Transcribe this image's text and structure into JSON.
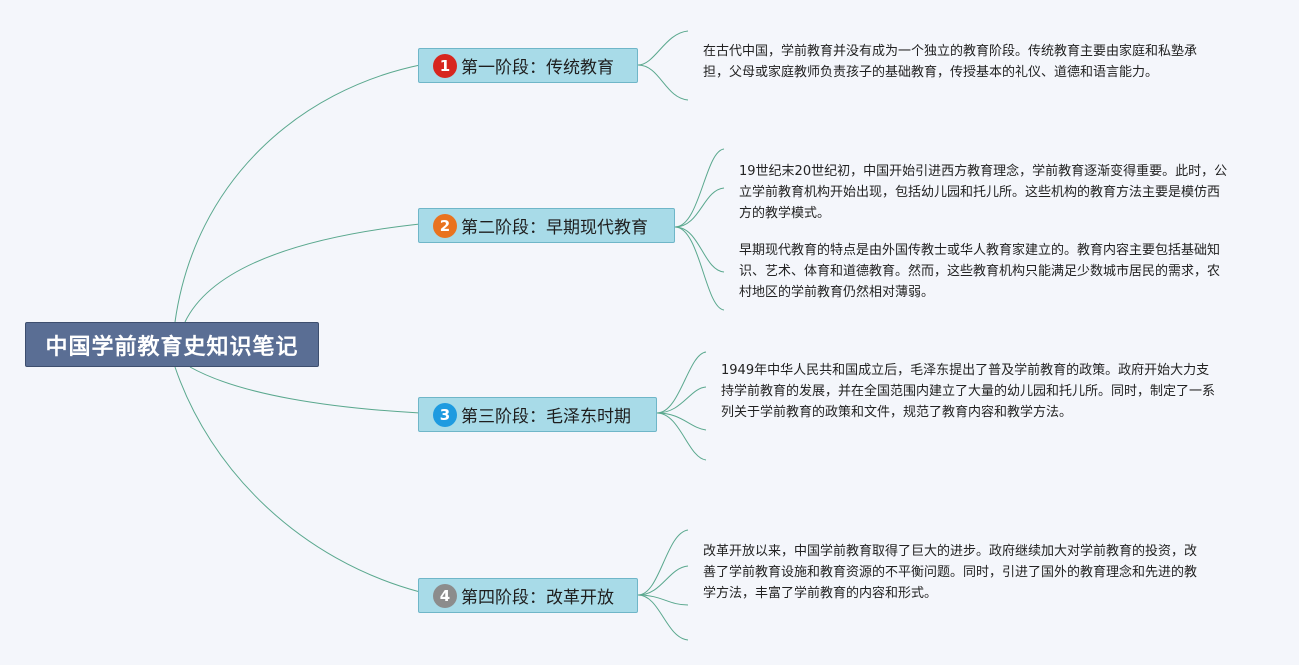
{
  "mindmap": {
    "root": {
      "label": "中国学前教育史知识笔记"
    },
    "stages": [
      {
        "number": "1",
        "badge_color": "#d7261e",
        "label": "第一阶段：传统教育",
        "notes": [
          "在古代中国，学前教育并没有成为一个独立的教育阶段。传统教育主要由家庭和私塾承担，父母或家庭教师负责孩子的基础教育，传授基本的礼仪、道德和语言能力。"
        ]
      },
      {
        "number": "2",
        "badge_color": "#e9731f",
        "label": "第二阶段：早期现代教育",
        "notes": [
          "19世纪末20世纪初，中国开始引进西方教育理念，学前教育逐渐变得重要。此时，公立学前教育机构开始出现，包括幼儿园和托儿所。这些机构的教育方法主要是模仿西方的教学模式。",
          "早期现代教育的特点是由外国传教士或华人教育家建立的。教育内容主要包括基础知识、艺术、体育和道德教育。然而，这些教育机构只能满足少数城市居民的需求，农村地区的学前教育仍然相对薄弱。"
        ]
      },
      {
        "number": "3",
        "badge_color": "#1e9be0",
        "label": "第三阶段：毛泽东时期",
        "notes": [
          "1949年中华人民共和国成立后，毛泽东提出了普及学前教育的政策。政府开始大力支持学前教育的发展，并在全国范围内建立了大量的幼儿园和托儿所。同时，制定了一系列关于学前教育的政策和文件，规范了教育内容和教学方法。"
        ]
      },
      {
        "number": "4",
        "badge_color": "#8c8c8c",
        "label": "第四阶段：改革开放",
        "notes": [
          "改革开放以来，中国学前教育取得了巨大的进步。政府继续加大对学前教育的投资，改善了学前教育设施和教育资源的不平衡问题。同时，引进了国外的教育理念和先进的教学方法，丰富了学前教育的内容和形式。"
        ]
      }
    ],
    "colors": {
      "background": "#f4f6fb",
      "root_fill": "#5a6e94",
      "stage_fill": "#a8dbe8",
      "connector": "#5aa88e"
    }
  }
}
